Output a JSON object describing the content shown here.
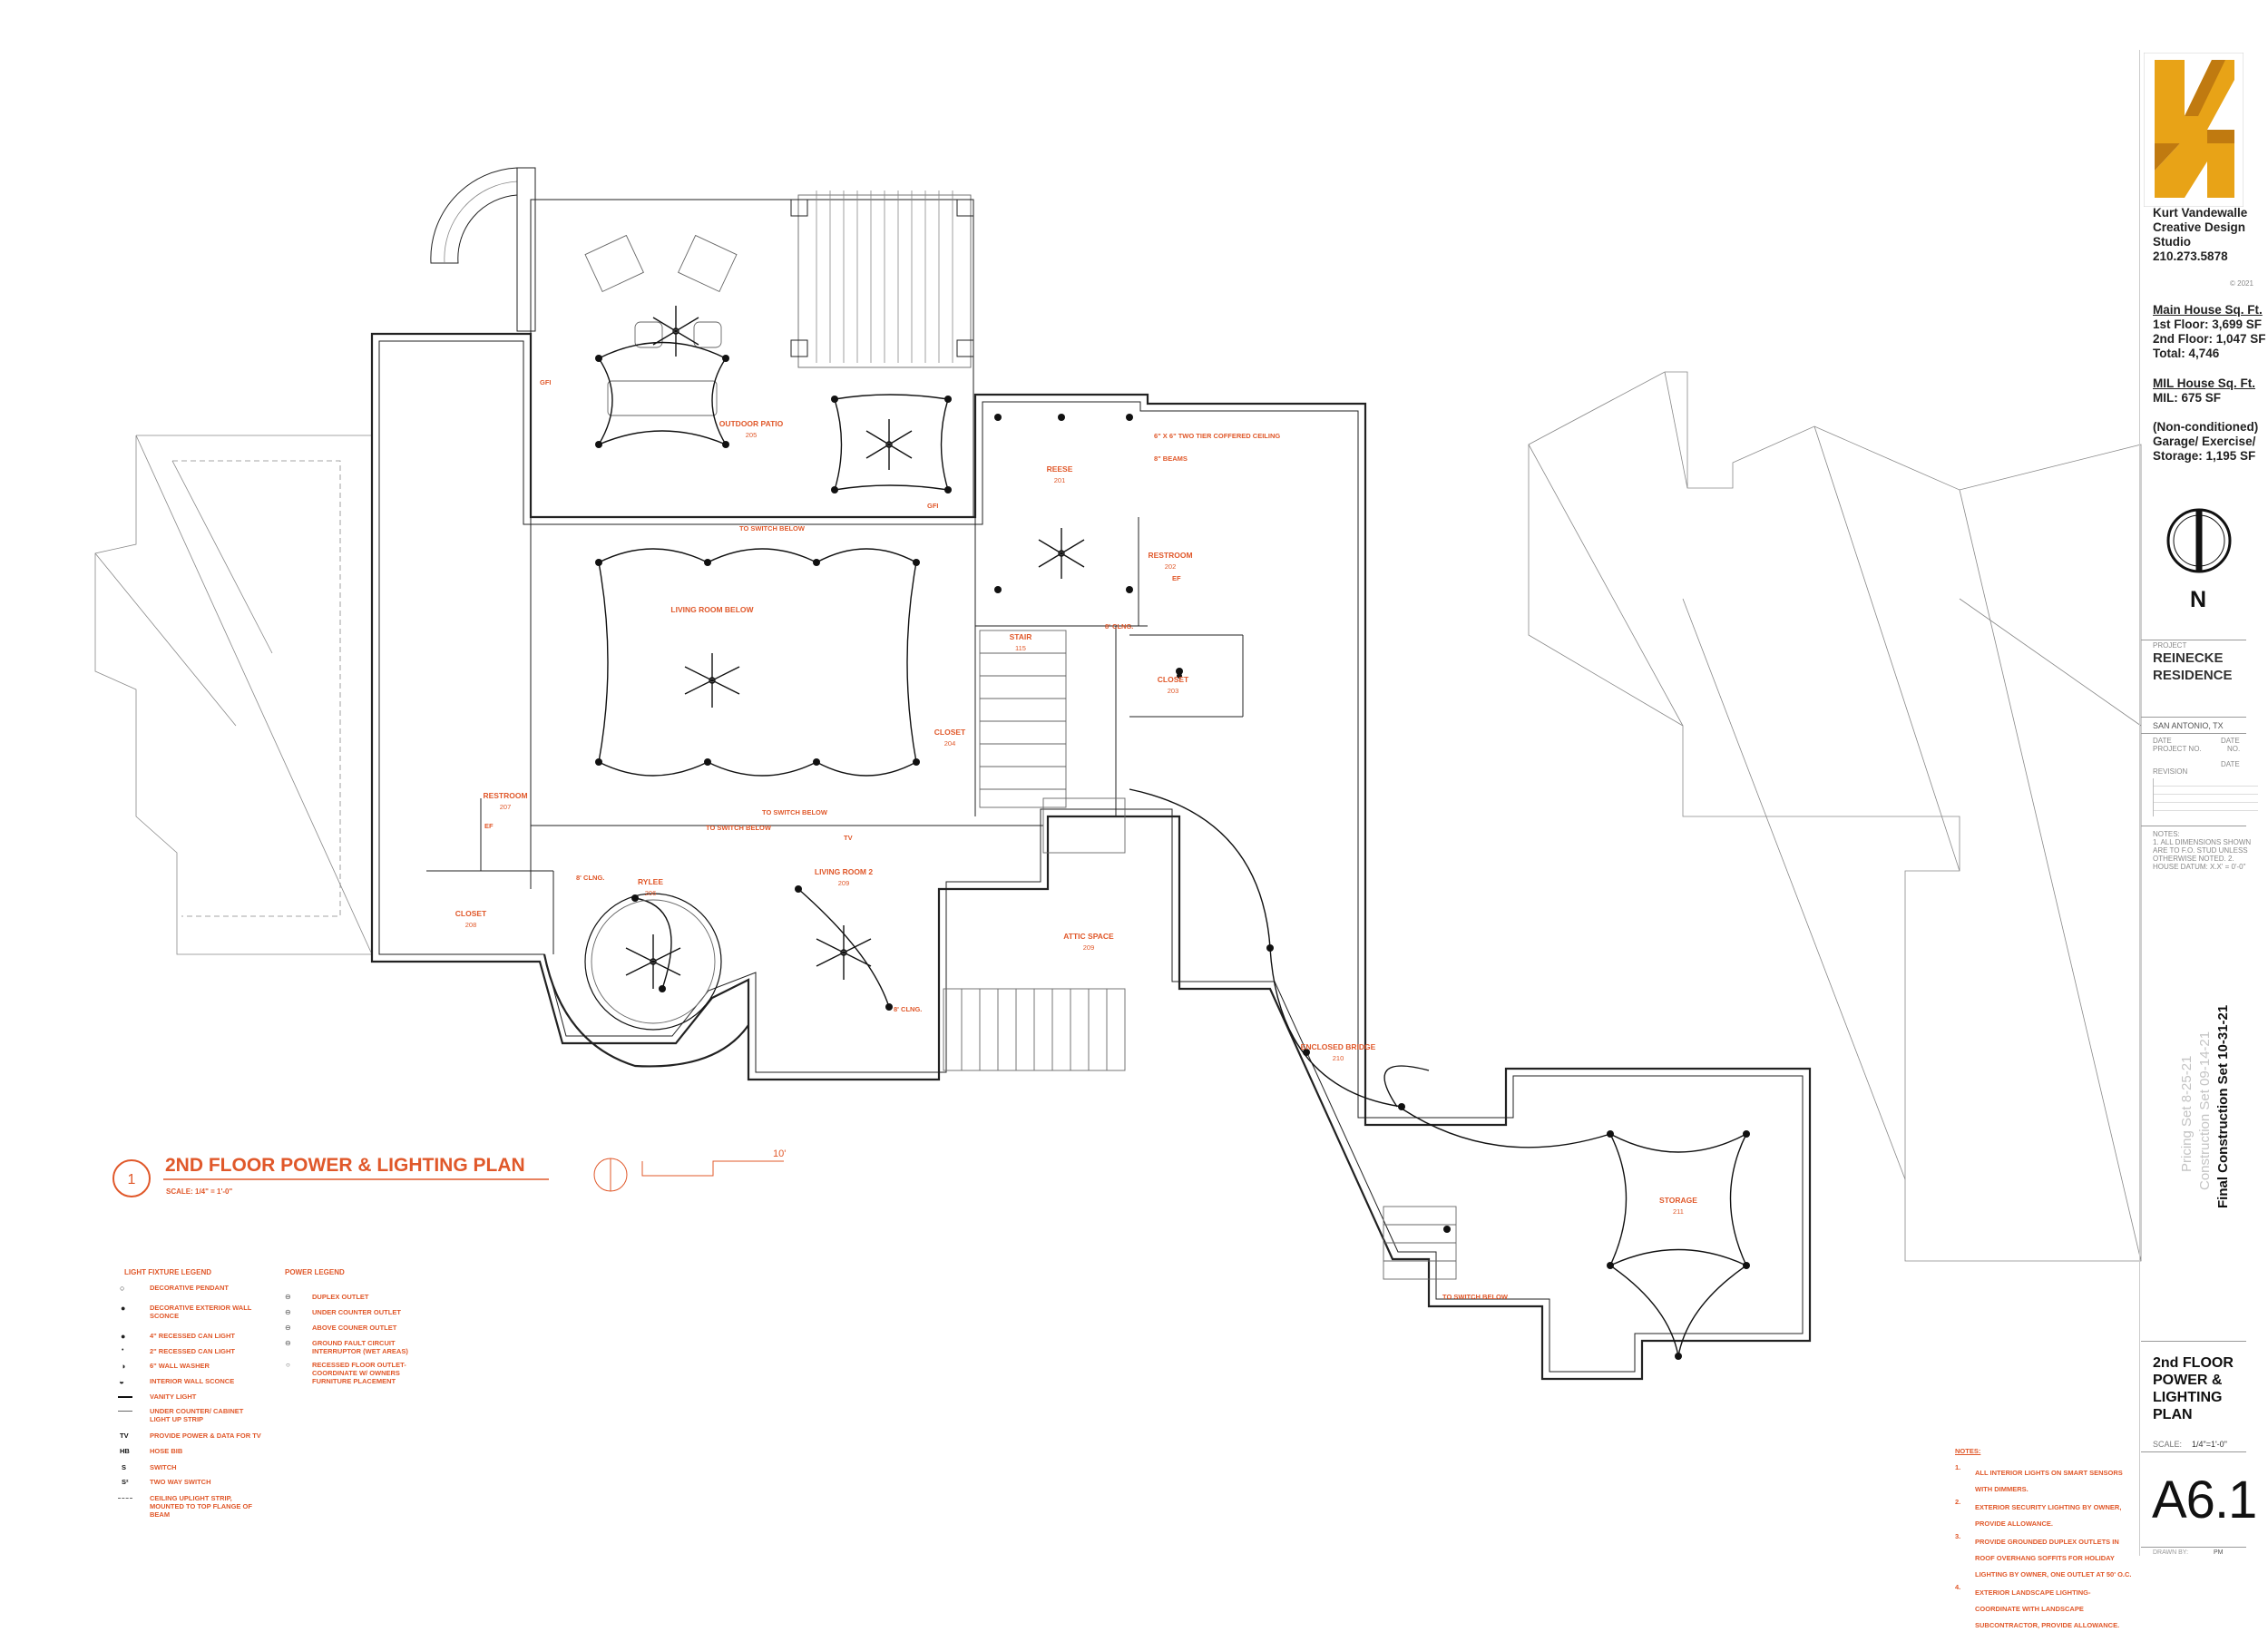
{
  "drawing": {
    "title": "2ND FLOOR POWER & LIGHTING PLAN",
    "number": "1",
    "scale": "SCALE: 1/4\" = 1'-0\"",
    "scale_bar_label": "10'"
  },
  "rooms": [
    {
      "name": "OUTDOOR PATIO",
      "number": "205"
    },
    {
      "name": "LIVING ROOM BELOW",
      "number": ""
    },
    {
      "name": "REESE",
      "number": "201"
    },
    {
      "name": "RESTROOM",
      "number": "202"
    },
    {
      "name": "CLOSET",
      "number": "203"
    },
    {
      "name": "STAIR",
      "number": "115"
    },
    {
      "name": "CLOSET",
      "number": "204"
    },
    {
      "name": "RESTROOM",
      "number": "207"
    },
    {
      "name": "RYLEE",
      "number": "206"
    },
    {
      "name": "CLOSET",
      "number": "208"
    },
    {
      "name": "LIVING ROOM 2",
      "number": "209"
    },
    {
      "name": "ATTIC SPACE",
      "number": "209"
    },
    {
      "name": "ENCLOSED BRIDGE",
      "number": "210"
    },
    {
      "name": "STORAGE",
      "number": "211"
    }
  ],
  "annotations": {
    "coffered": "6\" X 6\" TWO TIER COFFERED CEILING",
    "beams": "8\" BEAMS",
    "to_switch_below": "TO SWITCH BELOW",
    "ceiling_8": "8' CLNG.",
    "ef": "EF",
    "gfi": "GFI",
    "tv": "TV"
  },
  "light_legend": {
    "header": "LIGHT FIXTURE LEGEND",
    "items": [
      "DECORATIVE PENDANT",
      "DECORATIVE EXTERIOR WALL SCONCE",
      "4\" RECESSED CAN LIGHT",
      "2\" RECESSED CAN LIGHT",
      "6\" WALL WASHER",
      "INTERIOR WALL SCONCE",
      "VANITY LIGHT",
      "UNDER COUNTER/ CABINET LIGHT UP STRIP",
      "PROVIDE POWER & DATA FOR TV",
      "HOSE BIB",
      "SWITCH",
      "TWO WAY SWITCH",
      "CEILING UPLIGHT STRIP, MOUNTED TO TOP FLANGE OF BEAM"
    ],
    "symbols": [
      "",
      "",
      "",
      "",
      "",
      "",
      "",
      "",
      "TV",
      "HB",
      "S",
      "S²",
      ""
    ]
  },
  "power_legend": {
    "header": "POWER LEGEND",
    "items": [
      "DUPLEX OUTLET",
      "UNDER COUNTER OUTLET",
      "ABOVE COUNER OUTLET",
      "GROUND FAULT CIRCUIT INTERRUPTOR (WET AREAS)",
      "RECESSED FLOOR OUTLET- COORDINATE W/ OWNERS FURNITURE PLACEMENT"
    ]
  },
  "notes": {
    "header": "NOTES:",
    "items": [
      "ALL INTERIOR LIGHTS ON SMART SENSORS WITH DIMMERS.",
      "EXTERIOR SECURITY LIGHTING BY OWNER, PROVIDE ALLOWANCE.",
      "PROVIDE GROUNDED DUPLEX OUTLETS IN ROOF OVERHANG SOFFITS FOR HOLIDAY LIGHTING BY OWNER, ONE OUTLET AT 50' O.C.",
      "EXTERIOR LANDSCAPE LIGHTING- COORDINATE WITH LANDSCAPE SUBCONTRACTOR, PROVIDE ALLOWANCE."
    ]
  },
  "title_block": {
    "studio_lines": [
      "Kurt Vandewalle",
      "Creative Design",
      "Studio",
      "210.273.5878"
    ],
    "copyright": "© 2021",
    "main_house_header": "Main House Sq. Ft.",
    "main_house_lines": [
      "1st Floor: 3,699 SF",
      "2nd Floor: 1,047 SF",
      "Total: 4,746"
    ],
    "mil_header": "MIL House Sq. Ft.",
    "mil_lines": [
      "MIL: 675 SF"
    ],
    "nonconditioned_lines": [
      "(Non-conditioned)",
      "Garage/ Exercise/",
      "Storage: 1,195 SF"
    ],
    "north": "N",
    "project_label": "PROJECT",
    "project_name_lines": [
      "REINECKE",
      "RESIDENCE"
    ],
    "location": "SAN ANTONIO, TX",
    "date_label": "DATE",
    "project_no_label": "PROJECT NO.",
    "no_label": "NO.",
    "revision_label": "REVISION",
    "general_notes_label": "NOTES:",
    "general_notes": "1. ALL DIMENSIONS SHOWN ARE TO F.O. STUD UNLESS OTHERWISE NOTED. 2. HOUSE DATUM: X.X' = 0'-0\"",
    "issue_sets": [
      "Pricing Set 8-25-21",
      "Construction Set 09-14-21",
      "Final Construction Set 10-31-21"
    ],
    "sheet_title_lines": [
      "2nd FLOOR",
      "POWER &",
      "LIGHTING",
      "PLAN"
    ],
    "scale_label": "SCALE:",
    "scale_value": "1/4\"=1'-0\"",
    "sheet_number": "A6.1",
    "drawn_by_label": "DRAWN BY:",
    "drawn_by": "PM"
  },
  "colors": {
    "accent": "#e0582a",
    "logo_gold": "#e8a317",
    "logo_dark": "#c07a10",
    "line": "#222222"
  }
}
